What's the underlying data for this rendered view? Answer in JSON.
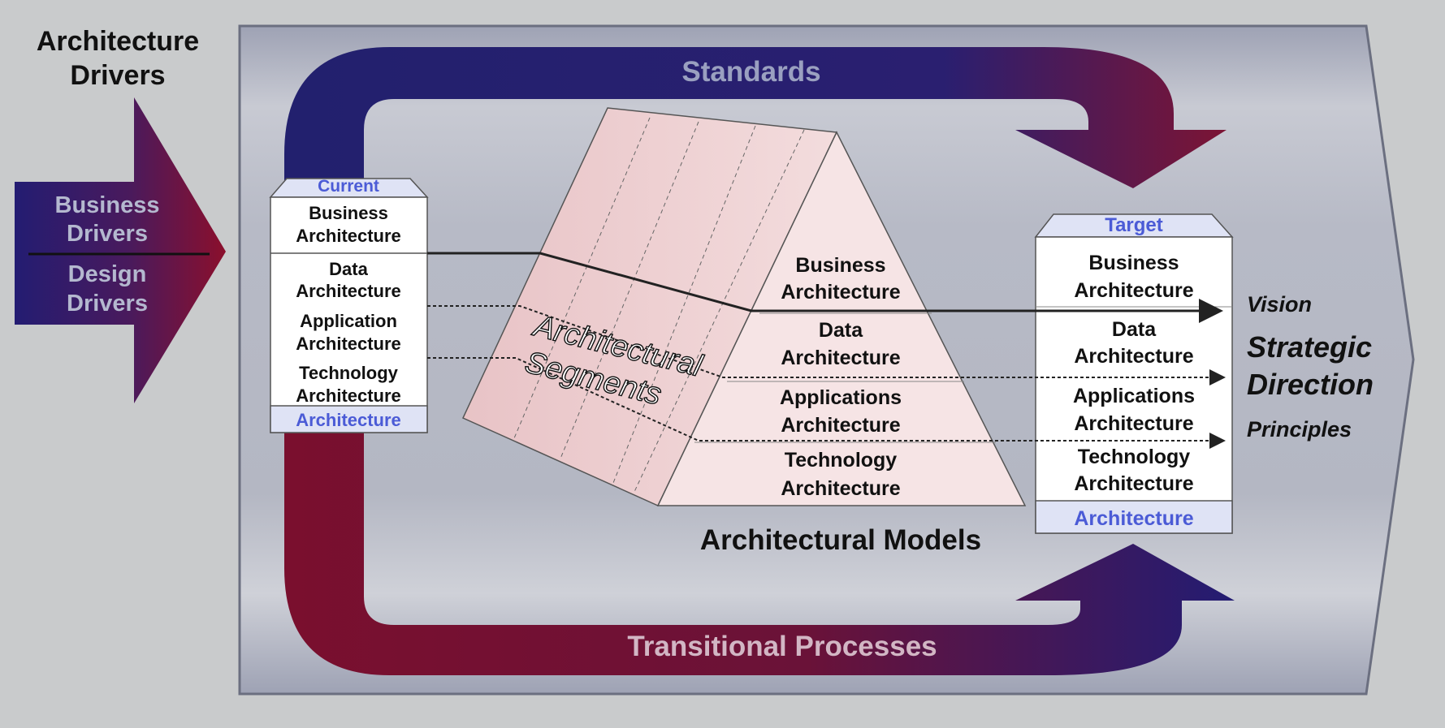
{
  "drivers": {
    "title_line1": "Architecture",
    "title_line2": "Drivers",
    "business_line1": "Business",
    "business_line2": "Drivers",
    "design_line1": "Design",
    "design_line2": "Drivers"
  },
  "standards_label": "Standards",
  "transitional_label": "Transitional Processes",
  "models_label": "Architectural Models",
  "segments_line1": "Architectural",
  "segments_line2": "Segments",
  "current": {
    "header": "Current",
    "footer": "Architecture",
    "rows": [
      [
        "Business",
        "Architecture"
      ],
      [
        "Data",
        "Architecture"
      ],
      [
        "Application",
        "Architecture"
      ],
      [
        "Technology",
        "Architecture"
      ]
    ]
  },
  "prism_rows": [
    [
      "Business",
      "Architecture"
    ],
    [
      "Data",
      "Architecture"
    ],
    [
      "Applications",
      "Architecture"
    ],
    [
      "Technology",
      "Architecture"
    ]
  ],
  "target": {
    "header": "Target",
    "footer": "Architecture",
    "rows": [
      [
        "Business",
        "Architecture"
      ],
      [
        "Data",
        "Architecture"
      ],
      [
        "Applications",
        "Architecture"
      ],
      [
        "Technology",
        "Architecture"
      ]
    ]
  },
  "direction": {
    "vision": "Vision",
    "strategic_line1": "Strategic",
    "strategic_line2": "Direction",
    "principles": "Principles"
  },
  "colors": {
    "navy": "#1f1a6e",
    "maroon": "#7a0f2e",
    "panel": "#a9acb8",
    "label_blue": "#4b5bd6",
    "prism_pink": "#f2d9da"
  }
}
